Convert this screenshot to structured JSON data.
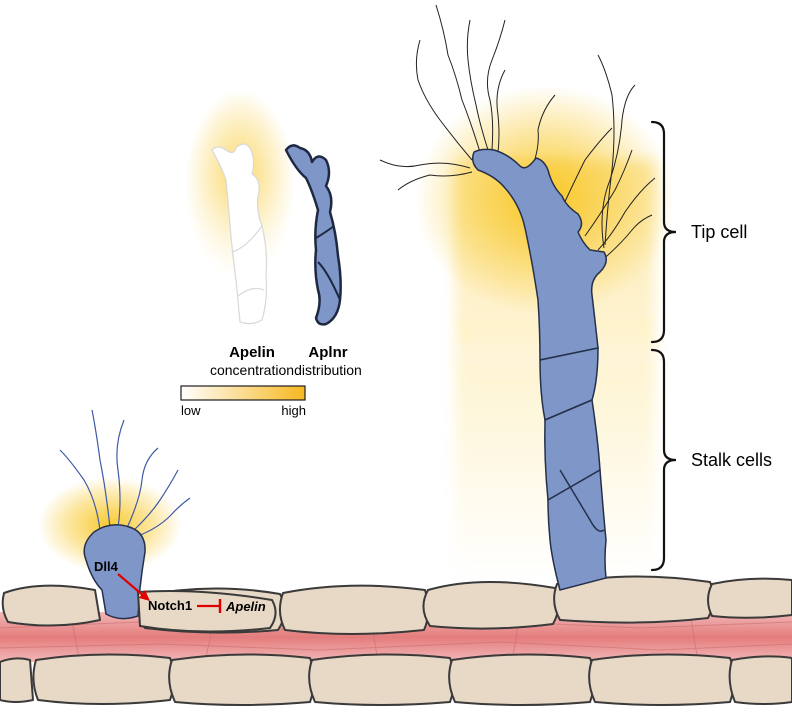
{
  "legend": {
    "apelin_title": "Apelin",
    "apelin_subtitle": "concentration",
    "aplnr_title": "Aplnr",
    "aplnr_subtitle": "distribution",
    "scale_low": "low",
    "scale_high": "high"
  },
  "brackets": {
    "tip_cell": "Tip cell",
    "stalk_cells": "Stalk cells"
  },
  "signaling": {
    "dll4": "Dll4",
    "notch1": "Notch1",
    "apelin": "Apelin"
  },
  "colors": {
    "glow": "#F8C41A",
    "endothelial_blue": "#7F96C8",
    "outline_dark": "#25304A",
    "tissue_beige": "#E8D8C6",
    "vessel_pink": "#E47C7C",
    "arrow_red": "#E00000",
    "filopodia_blue": "#3F5BA8"
  }
}
